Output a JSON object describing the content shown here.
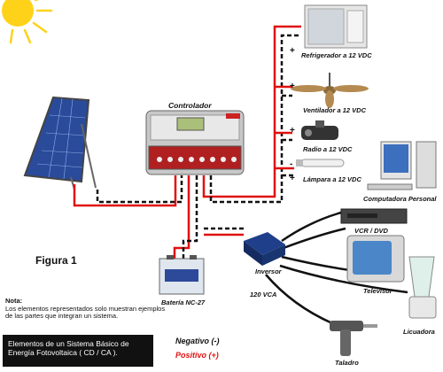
{
  "labels": {
    "controller": "Controlador",
    "fridge": "Refrigerador a 12 VDC",
    "fan": "Ventilador a 12 VDC",
    "radio": "Radio a 12 VDC",
    "lamp": "Lámpara a 12 VDC",
    "pc": "Computadora Personal",
    "vcr": "VCR / DVD",
    "tv": "Televisor",
    "blender": "Licuadora",
    "drill": "Taladro",
    "inverter": "Inversor",
    "battery": "Batería NC-27",
    "vca": "120 VCA"
  },
  "figure_title": "Figura 1",
  "note": {
    "heading": "Nota:",
    "text": "Los elementos representados solo muestran ejemplos de las partes que integran un sistema."
  },
  "caption_box": "Elementos de un Sistema Básico de Energía Fotovoltaica ( CD / CA ).",
  "legend": {
    "negative": "Negativo (-)",
    "positive": "Positivo (+)"
  },
  "signs": {
    "plus": "+",
    "minus": "-"
  },
  "colors": {
    "positive_wire": "#e01010",
    "negative_wire": "#111111",
    "sun": "#ffd21a"
  }
}
